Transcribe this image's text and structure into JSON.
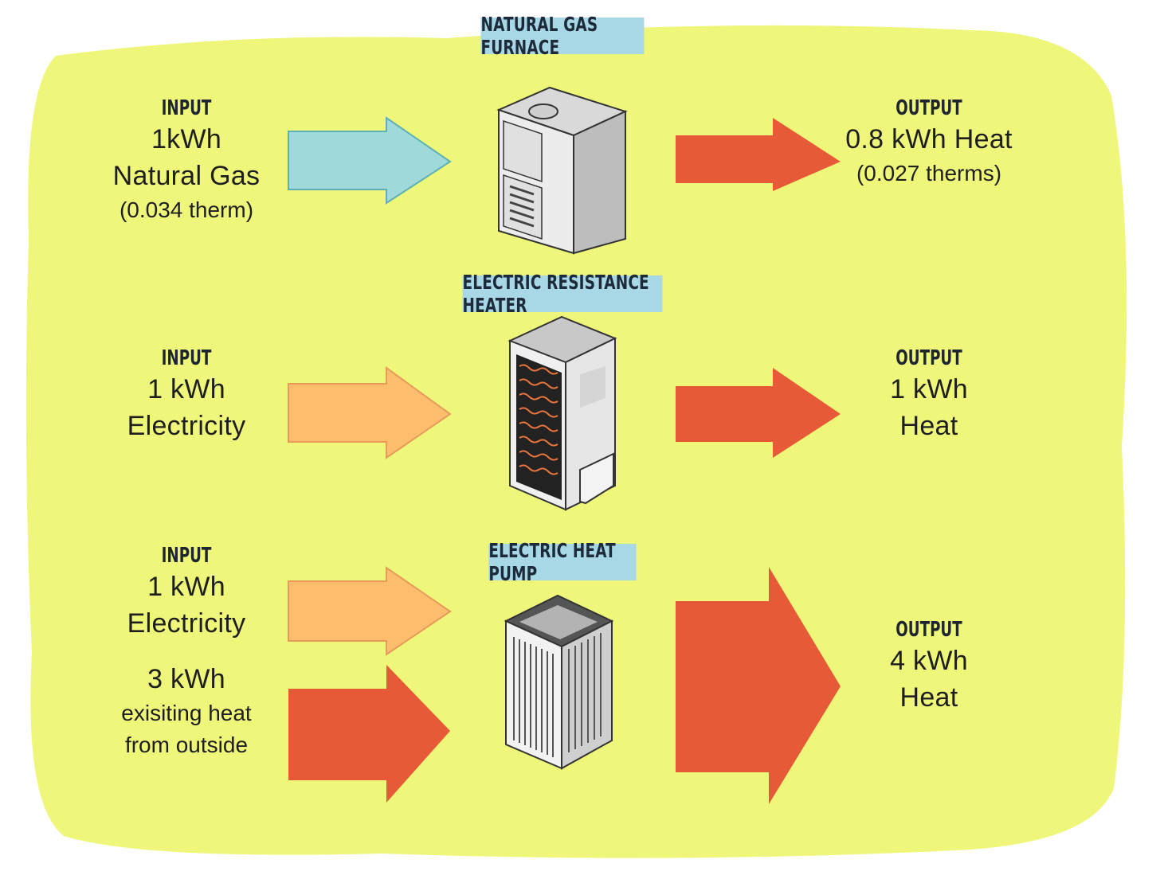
{
  "rows": [
    {
      "device_label": "NATURAL GAS FURNACE",
      "input_heading": "INPUT",
      "input_value": "1kWh",
      "input_source": "Natural Gas",
      "input_note": "(0.034 therm)",
      "output_heading": "OUTPUT",
      "output_value": "0.8 kWh Heat",
      "output_note": "(0.027 therms)"
    },
    {
      "device_label": "ELECTRIC RESISTANCE HEATER",
      "input_heading": "INPUT",
      "input_value": "1 kWh",
      "input_source": "Electricity",
      "output_heading": "OUTPUT",
      "output_value": "1 kWh",
      "output_source": "Heat"
    },
    {
      "device_label": "ELECTRIC HEAT PUMP",
      "input_heading": "INPUT",
      "input_value": "1 kWh",
      "input_source": "Electricity",
      "extra_value": "3 kWh",
      "extra_note_line1": "exisiting heat",
      "extra_note_line2": "from outside",
      "output_heading": "OUTPUT",
      "output_value": "4 kWh",
      "output_source": "Heat"
    }
  ],
  "colors": {
    "background": "#eef77a",
    "label_bg": "#a8d8e6",
    "gas_arrow": "#9fd9d9",
    "electric_arrow": "#fcbd6c",
    "heat_arrow": "#e65a38"
  }
}
